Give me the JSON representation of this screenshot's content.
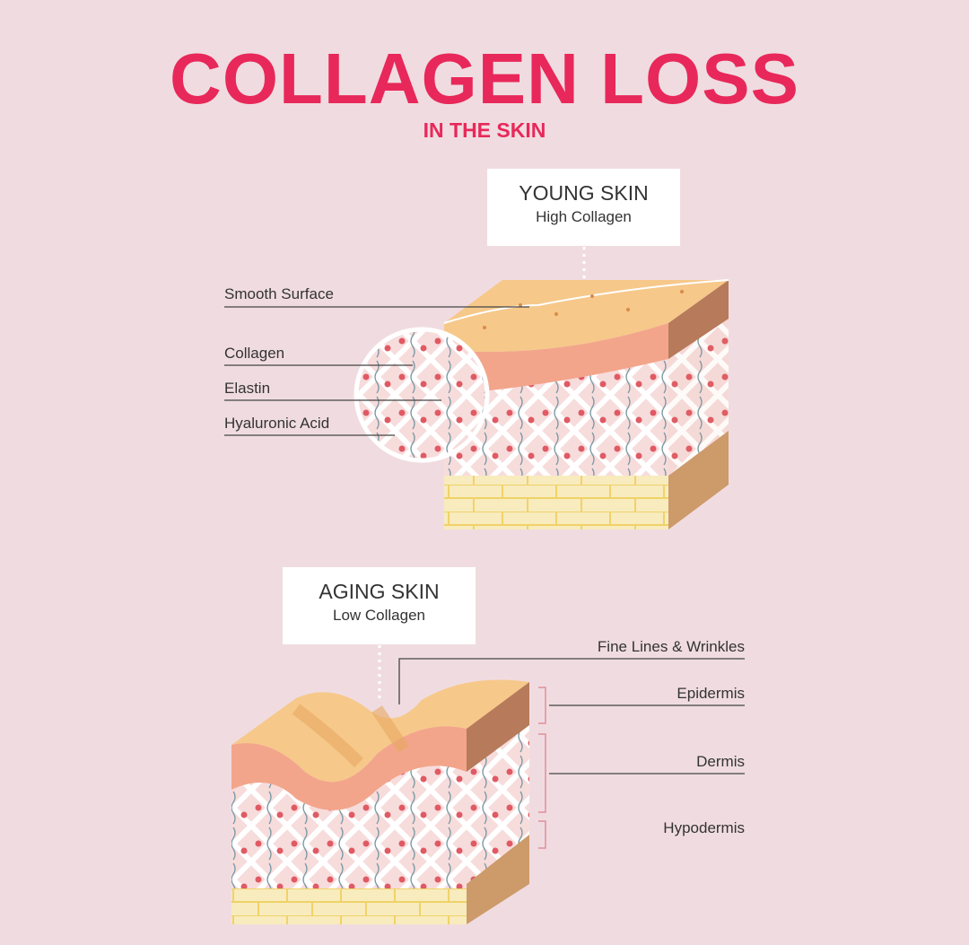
{
  "title": "COLLAGEN LOSS",
  "subtitle": "IN THE SKIN",
  "young": {
    "heading": "YOUNG SKIN",
    "sub": "High Collagen",
    "labels": [
      "Smooth Surface",
      "Collagen",
      "Elastin",
      "Hyaluronic Acid"
    ]
  },
  "aging": {
    "heading": "AGING SKIN",
    "sub": "Low Collagen",
    "labels": [
      "Fine Lines & Wrinkles",
      "Epidermis",
      "Dermis",
      "Hypodermis"
    ]
  },
  "colors": {
    "background": "#f0dce0",
    "accent": "#e8285a",
    "surface": "#f6c88a",
    "epidermis": "#f3a58b",
    "dermis": "#f7dcdc",
    "fat": "#f8e9b8"
  }
}
